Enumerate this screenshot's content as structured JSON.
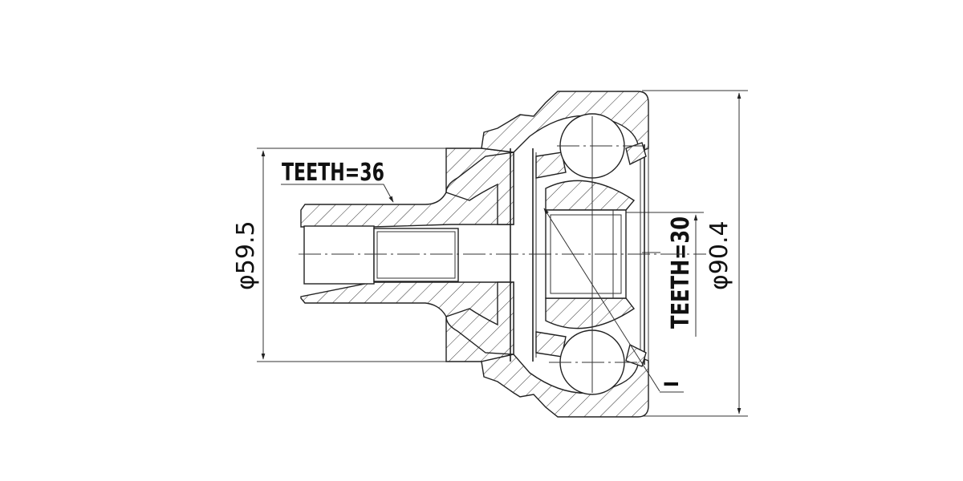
{
  "drawing": {
    "subject": "CV joint outer (section view)",
    "annotations": {
      "shaft_teeth": "TEETH=36",
      "inner_teeth": "TEETH=30",
      "shaft_diameter": "φ59.5",
      "outer_diameter": "φ90.4",
      "side_mark": "I"
    },
    "colors": {
      "line": "#222222",
      "background": "#ffffff"
    }
  }
}
